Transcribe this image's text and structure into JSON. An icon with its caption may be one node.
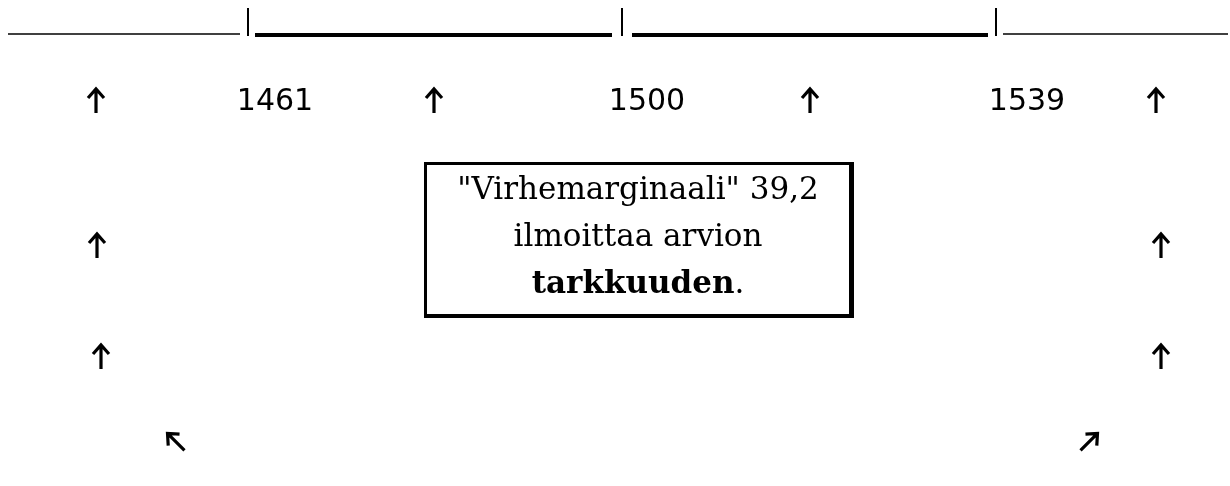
{
  "diagram": {
    "nodes": [
      {
        "text": [
          "\"Virhemarginaali\" 39,2 ilmoittaa arvion **tarkkuuden**."
        ]
      }
    ],
    "labels": [
      "1461",
      "1500",
      "1539"
    ]
  }
}
